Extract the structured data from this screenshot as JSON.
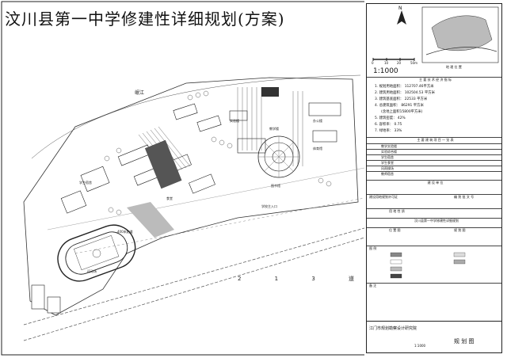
{
  "title": "汶川县第一中学修建性详细规划(方案)",
  "map": {
    "river": "岷江",
    "road": "2 1 3 道",
    "entrance": "学校主入口",
    "track": "400米跑道",
    "labels": [
      "教学楼",
      "实验楼",
      "学生宿舍",
      "食堂",
      "办公楼",
      "图书馆",
      "体育馆",
      "运动场"
    ]
  },
  "north": "N",
  "scale": {
    "ratio": "1:1000",
    "ticks": [
      "0",
      "10",
      "20",
      "50m"
    ]
  },
  "location_map": {
    "title": "地 理 位 置"
  },
  "stats": {
    "heading": "主 要 技 术 经 济 指 标",
    "rows": [
      "1. 规划用地面积：  112707.46平方米",
      "2. 建筑用地面积：  102504.53 平方米",
      "3. 建筑基底面积：  22533  平方米",
      "4. 总建筑面积：  86291 平方米",
      "(含地上面积15800平方米)",
      "5. 建筑密度：  42%",
      "6. 容积率：  0.75",
      "7. 绿地率：  33%"
    ]
  },
  "project_table": {
    "heading": "主 要 建 筑 项 目 一 览 表",
    "rows": [
      "教学实验楼",
      "实验综合楼",
      "学生宿舍",
      "学生食堂",
      "风雨操场",
      "教师宿舍"
    ]
  },
  "approval": {
    "unit": "建 设 单 位",
    "permit": "建设用地规划许可证",
    "permit_no": "编 划 批 文 号",
    "use": "用 地 性 质",
    "project": "汶川县第一中学修建性详细规划",
    "pos": "位 置 图",
    "plan": "规 划 图"
  },
  "legend": {
    "heading": "图 例"
  },
  "notes": {
    "heading": "备 注"
  },
  "titleblock": {
    "institute": "江门市规划勘察设计研究院",
    "drawing": "规 划 图",
    "scale": "1:1000"
  }
}
